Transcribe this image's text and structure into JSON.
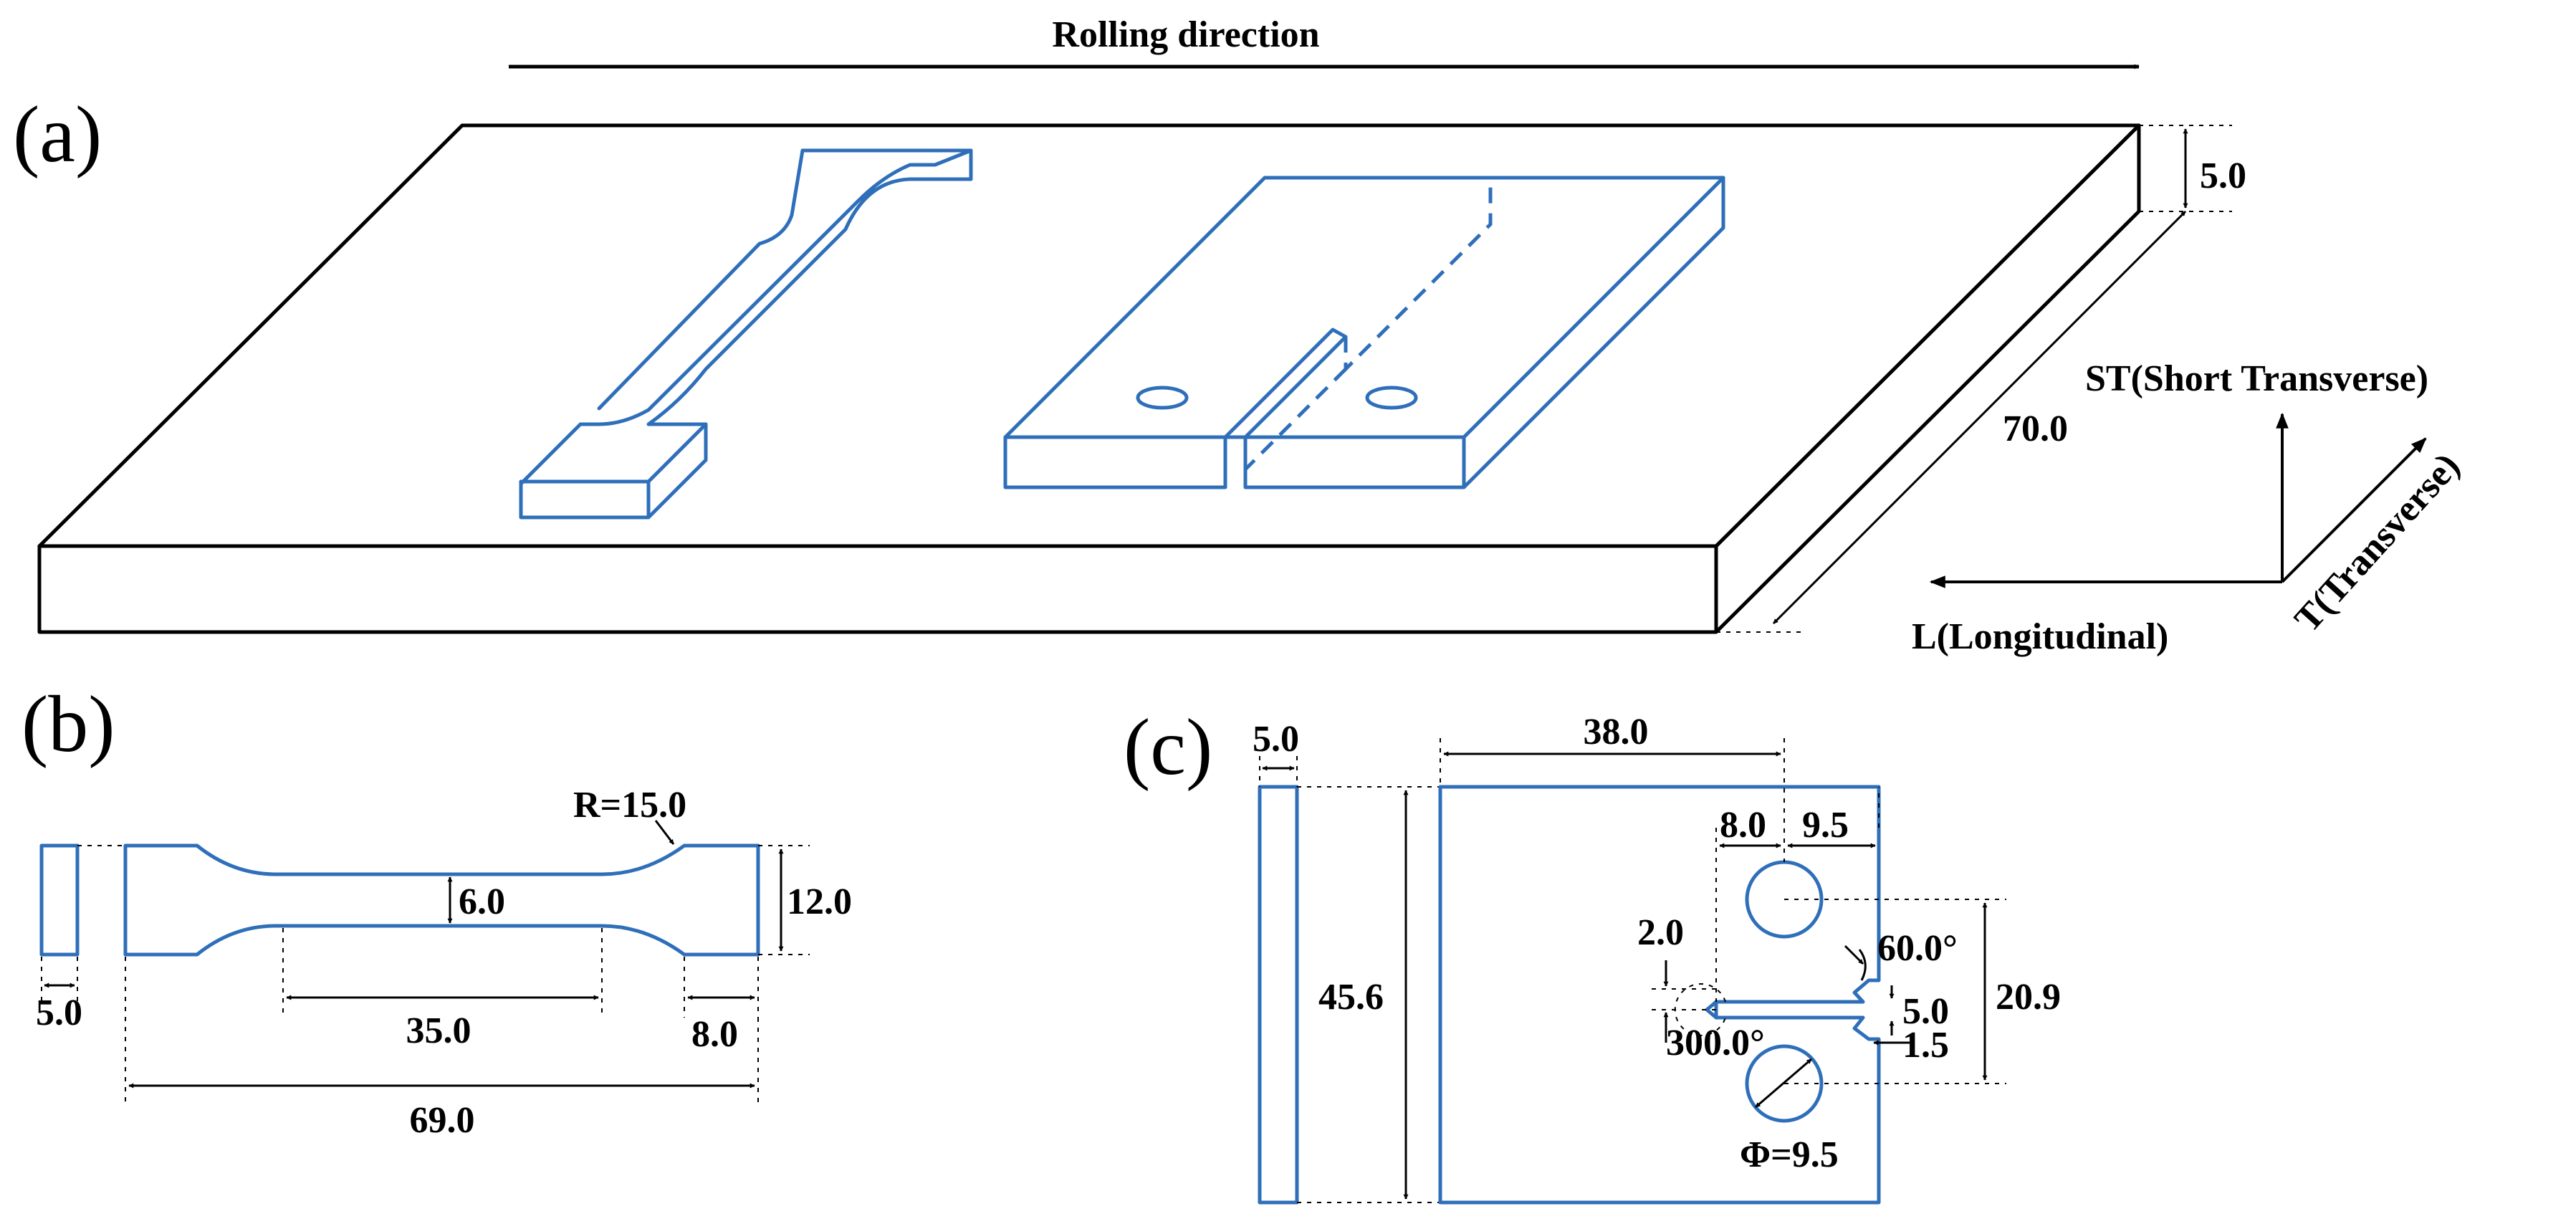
{
  "panels": {
    "a": "(a)",
    "b": "(b)",
    "c": "(c)"
  },
  "colors": {
    "specimen": "#2f6fba",
    "line": "#000000",
    "background": "#ffffff"
  },
  "panel_a": {
    "rolling_direction": "Rolling direction",
    "plate_thickness": "5.0",
    "plate_width": "70.0",
    "axes": {
      "st": "ST(Short Transverse)",
      "t": "T(Transverse)",
      "l": "L(Longitudinal)"
    }
  },
  "panel_b": {
    "thickness": "5.0",
    "radius": "R=15.0",
    "gauge_width": "6.0",
    "grip_width": "12.0",
    "gauge_length": "35.0",
    "grip_length": "8.0",
    "total_length": "69.0"
  },
  "panel_c": {
    "thickness": "5.0",
    "width_38": "38.0",
    "height": "45.6",
    "d_8": "8.0",
    "d_9_5": "9.5",
    "d_2": "2.0",
    "angle_60": "60.0°",
    "notch_5": "5.0",
    "hole_span": "20.9",
    "angle_300": "300.0°",
    "d_1_5": "1.5",
    "hole_dia": "Φ=9.5"
  }
}
